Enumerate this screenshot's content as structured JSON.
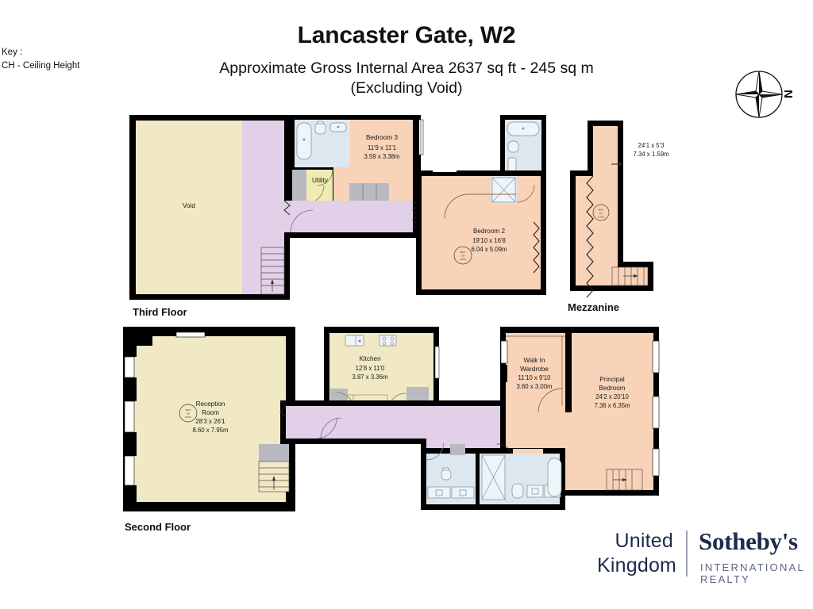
{
  "header": {
    "title": "Lancaster Gate, W2",
    "subtitle_line1": "Approximate Gross Internal Area 2637 sq ft - 245 sq m",
    "subtitle_line2": "(Excluding Void)"
  },
  "key": {
    "label": "Key :",
    "items": [
      "CH - Ceiling Height"
    ]
  },
  "compass": {
    "north_label": "N",
    "icon": "compass-rose-icon"
  },
  "floors": [
    {
      "id": "third",
      "label": "Third Floor",
      "rooms": [
        {
          "name": "Void",
          "imperial": "",
          "metric": "",
          "ch": ""
        },
        {
          "name": "Bedroom 3",
          "imperial": "11'9 x 11'1",
          "metric": "3.59 x 3.38m",
          "ch": ""
        },
        {
          "name": "Utility",
          "imperial": "",
          "metric": "",
          "ch": ""
        },
        {
          "name": "Bedroom 2",
          "imperial": "19'10 x 16'8",
          "metric": "6.04 x 5.09m",
          "ch": "MAX CH 2.25m"
        }
      ]
    },
    {
      "id": "mezzanine",
      "label": "Mezzanine",
      "rooms": [
        {
          "name": "",
          "imperial": "24'1 x 5'3",
          "metric": "7.34 x 1.59m",
          "ch": "MAX CH 2.25m"
        }
      ]
    },
    {
      "id": "second",
      "label": "Second Floor",
      "rooms": [
        {
          "name": "Reception Room",
          "imperial": "28'3 x 26'1",
          "metric": "8.60 x 7.95m",
          "ch": "MAX CH 4.83m"
        },
        {
          "name": "Kitchen",
          "imperial": "12'8 x 11'0",
          "metric": "3.87 x 3.36m",
          "ch": ""
        },
        {
          "name": "Walk In Wardrobe",
          "imperial": "11'10 x 9'10",
          "metric": "3.60 x 3.00m",
          "ch": ""
        },
        {
          "name": "Principal Bedroom",
          "imperial": "24'2 x 20'10",
          "metric": "7.36 x 6.35m",
          "ch": ""
        }
      ]
    }
  ],
  "labels": {
    "void": "Void",
    "bedroom3": "Bedroom 3",
    "bedroom3_imp": "11'9 x 11'1",
    "bedroom3_met": "3.59 x 3.38m",
    "utility": "Utility",
    "bedroom2": "Bedroom 2",
    "bedroom2_imp": "19'10 x 16'8",
    "bedroom2_met": "6.04 x 5.09m",
    "mezz_imp": "24'1 x 5'3",
    "mezz_met": "7.34 x 1.59m",
    "reception_l1": "Reception",
    "reception_l2": "Room",
    "reception_imp": "28'3 x 26'1",
    "reception_met": "8.60 x 7.95m",
    "kitchen": "Kitchen",
    "kitchen_imp": "12'8 x 11'0",
    "kitchen_met": "3.87 x 3.36m",
    "wardrobe_l1": "Walk In",
    "wardrobe_l2": "Wardrobe",
    "wardrobe_imp": "11'10 x 9'10",
    "wardrobe_met": "3.60 x 3.00m",
    "principal_l1": "Principal",
    "principal_l2": "Bedroom",
    "principal_imp": "24'2 x 20'10",
    "principal_met": "7.36 x 6.35m",
    "ch_max": "MAX",
    "ch_ch": "CH",
    "ch_225": "2.25m",
    "ch_483": "4.83m"
  },
  "brand": {
    "united": "United",
    "kingdom": "Kingdom",
    "sothebys": "Sotheby's",
    "international_realty": "INTERNATIONAL REALTY"
  },
  "colors": {
    "wall": "#000000",
    "bedroom_fill": "#f8d3b8",
    "reception_fill": "#f0e9c4",
    "hall_fill": "#e2cfe8",
    "bath_fill": "#dde7ef",
    "utility_fill": "#f0eab4",
    "cupboard_fill": "#b9b9c2",
    "brand_navy": "#1d2a4d"
  }
}
